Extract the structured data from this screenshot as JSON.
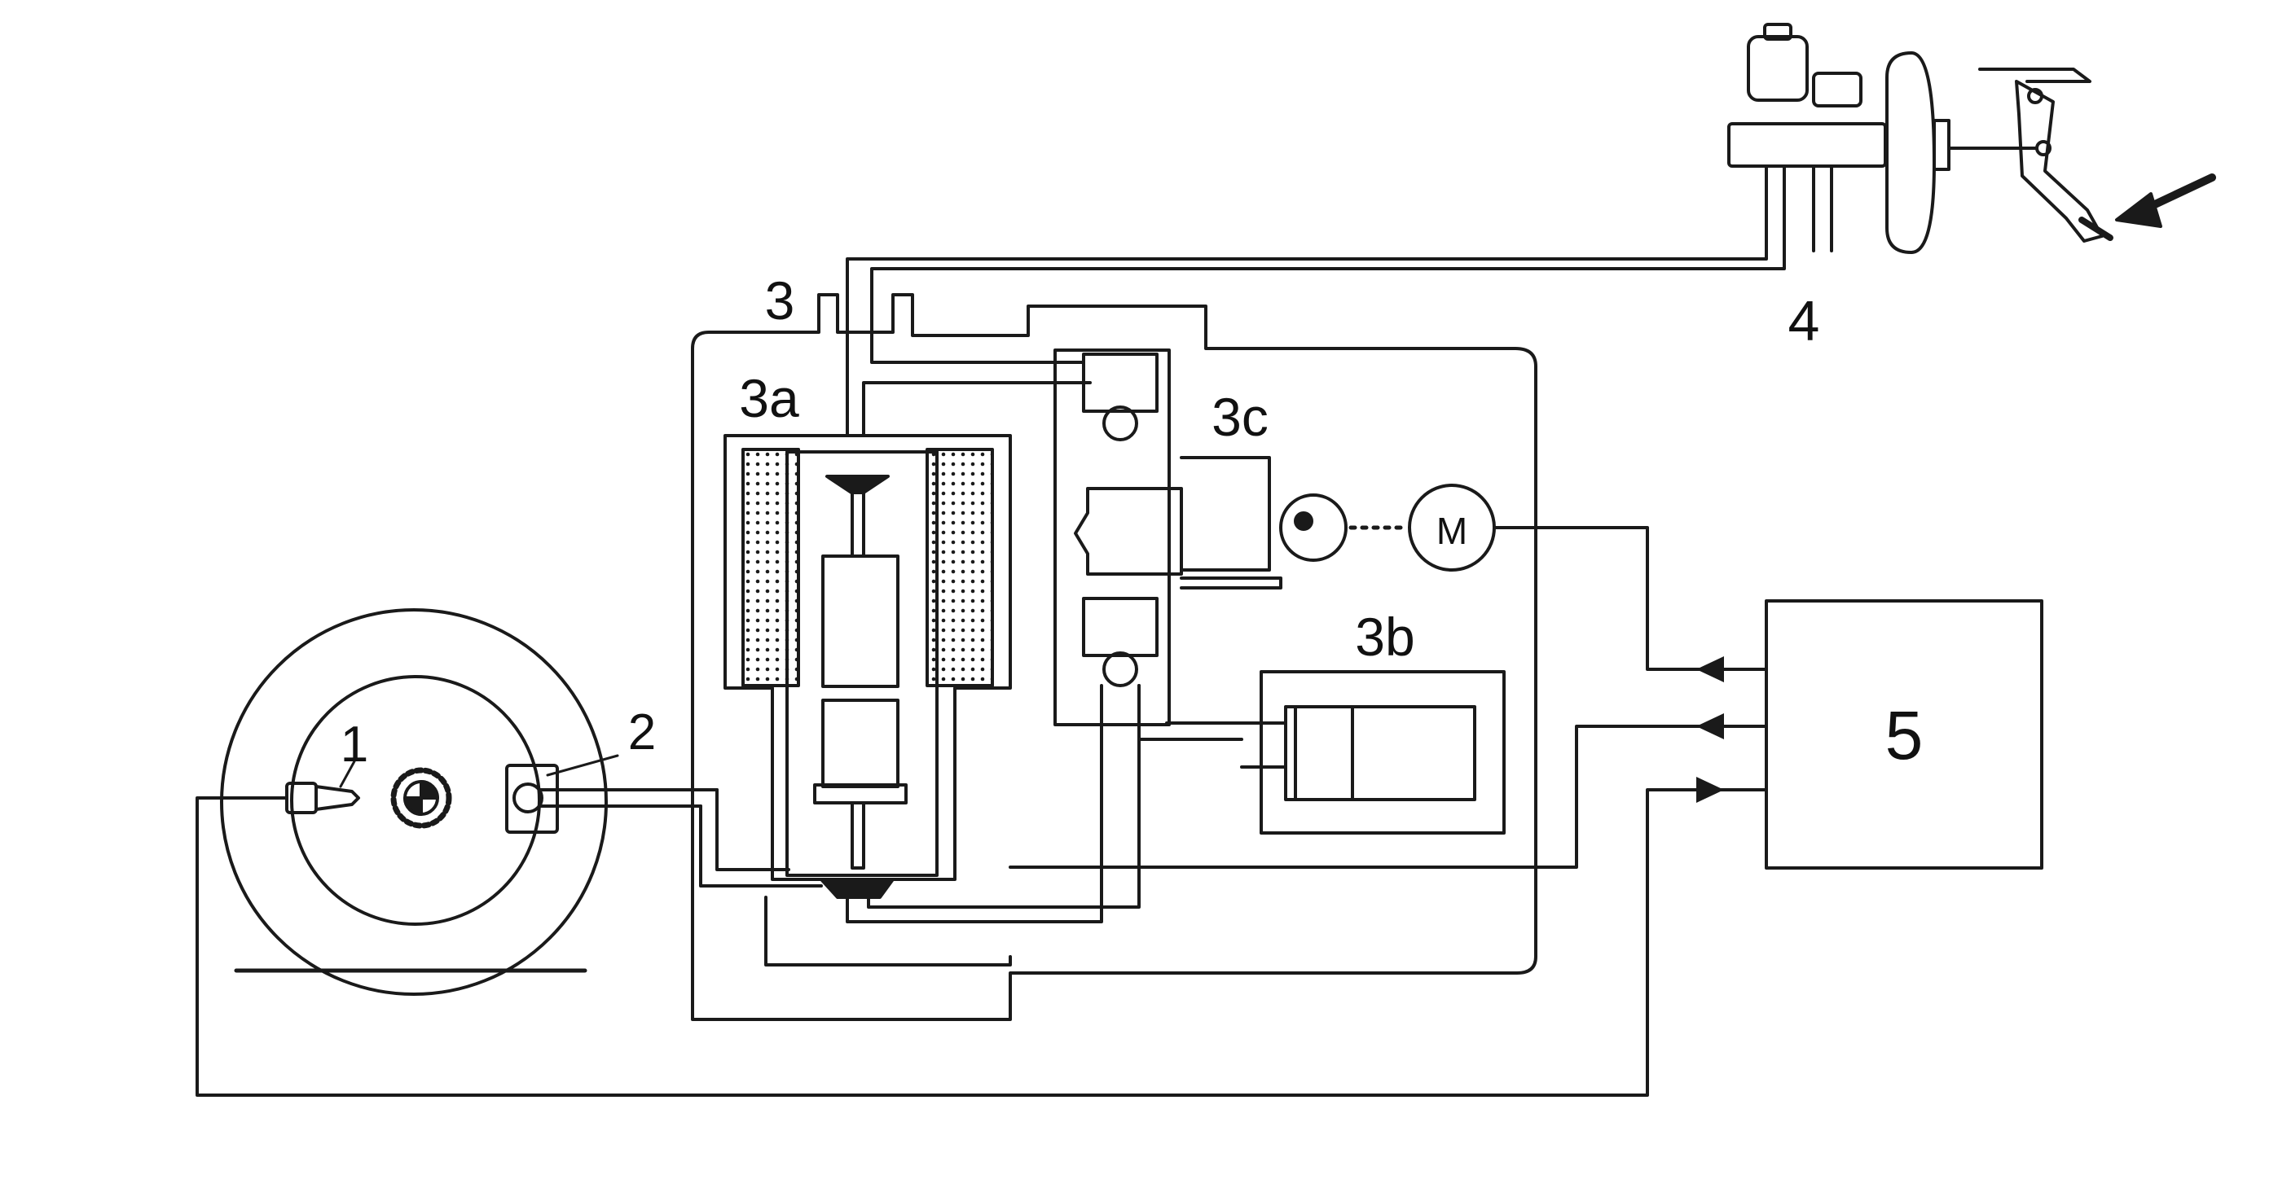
{
  "diagram": {
    "labels": {
      "wheel_speed_sensor": "1",
      "wheel_brake": "2",
      "hydraulic_modulator": "3",
      "solenoid_valve": "3a",
      "accumulator": "3b",
      "return_pump": "3c",
      "master_cylinder": "4",
      "control_unit": "5"
    },
    "pump_motor_symbol": "M"
  },
  "colors": {
    "line": "#1a1a1a",
    "background": "#ffffff",
    "box_fill": "#f7f7f7"
  }
}
